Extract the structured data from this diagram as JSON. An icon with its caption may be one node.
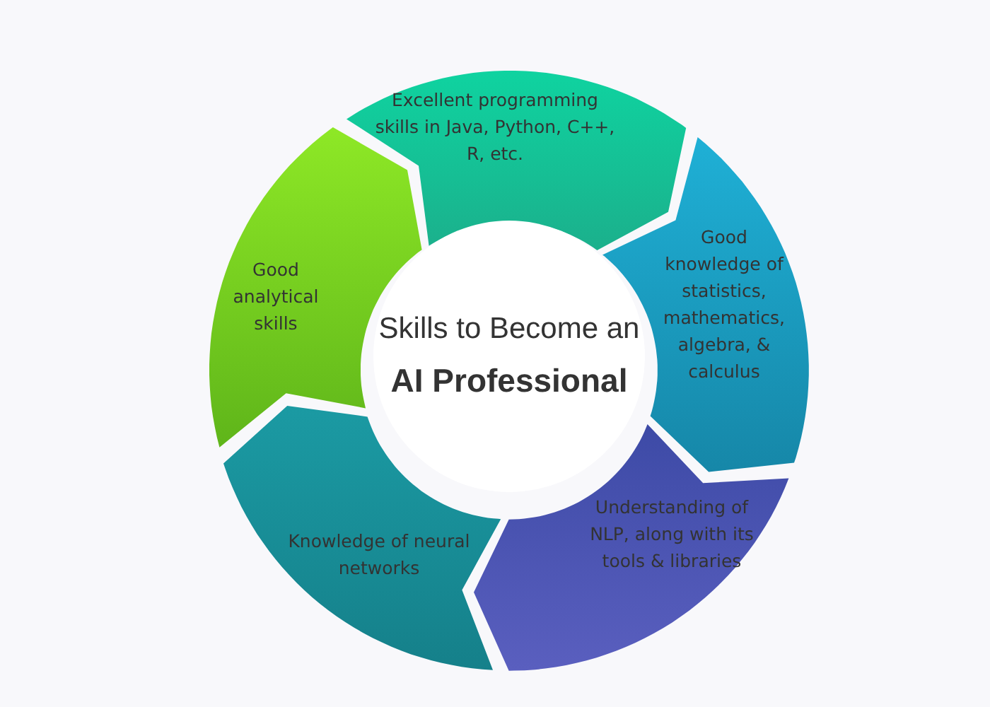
{
  "diagram": {
    "nodes": [
      {
        "text": [
          "Excellent programming skills in Java, Python, C++, R, etc."
        ]
      },
      {
        "text": [
          "Good knowledge of statistics, mathematics, algebra, & calculus"
        ]
      },
      {
        "text": [
          "Good analytical skills"
        ]
      },
      {
        "text": [
          "Skills to Become an **AI Professional**"
        ]
      },
      {
        "text": [
          "Understanding of NLP, along with its tools & libraries"
        ]
      },
      {
        "text": [
          "Knowledge of neural networks"
        ]
      }
    ]
  }
}
